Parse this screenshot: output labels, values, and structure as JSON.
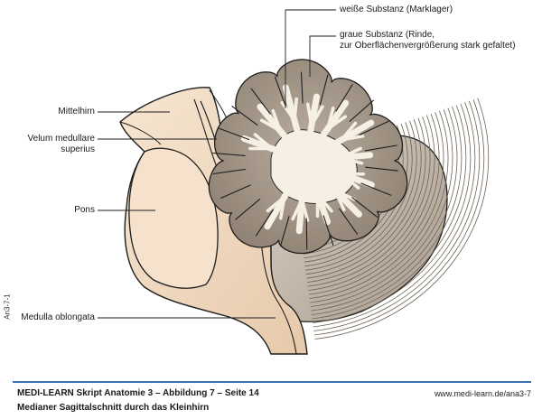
{
  "labels": {
    "white_matter": "weiße Substanz (Marklager)",
    "grey_matter_line1": "graue Substanz (Rinde,",
    "grey_matter_line2": "zur Oberflächenvergrößerung stark gefaltet)",
    "midbrain": "Mittelhirn",
    "velum_line1": "Velum medullare",
    "velum_line2": "superius",
    "pons": "Pons",
    "medulla": "Medulla oblongata"
  },
  "side_id": "An3-7-1",
  "footer": {
    "title": "MEDI-LEARN Skript Anatomie 3 – Abbildung 7 – Seite 14",
    "url": "www.medi-learn.de/ana3-7",
    "caption": "Medianer Sagittalschnitt durch das Kleinhirn"
  },
  "colors": {
    "grey_matter": "#a89a8a",
    "white_matter": "#f6efe4",
    "brainstem": "#f3dcc3",
    "cerebellum_folia": "#c9bfb2",
    "outline": "#1e1e1e",
    "accent_rule": "#3a6fb0"
  }
}
